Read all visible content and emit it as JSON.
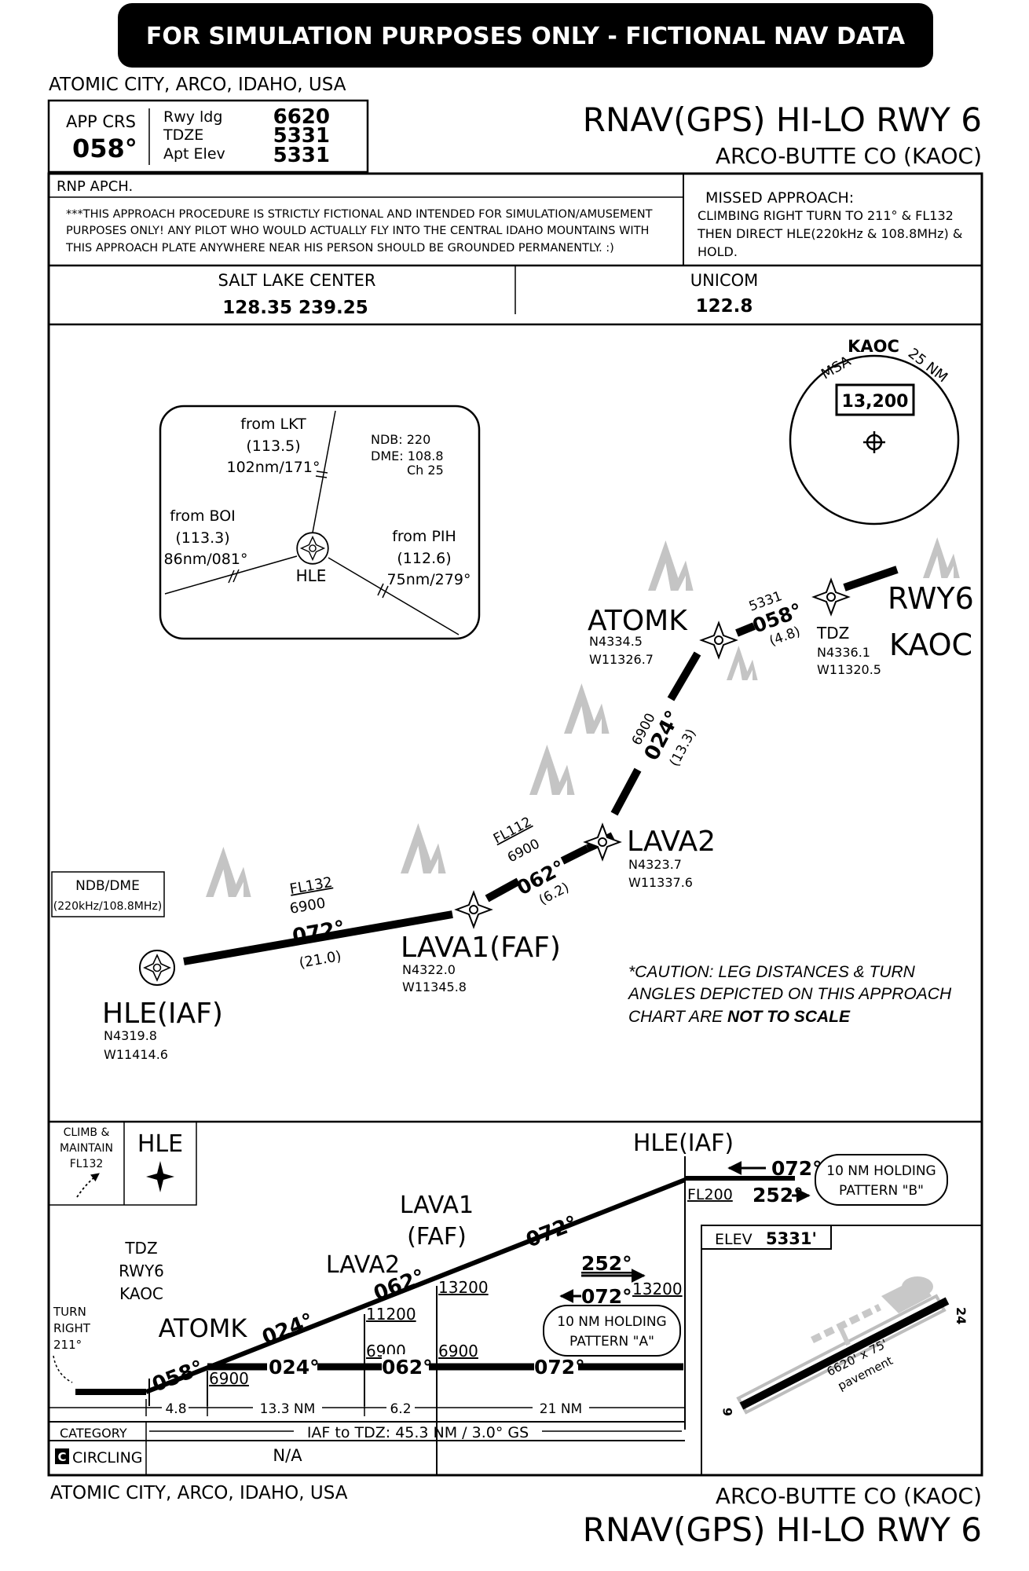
{
  "banner": "FOR SIMULATION PURPOSES ONLY - FICTIONAL NAV DATA",
  "location_top": "ATOMIC CITY, ARCO, IDAHO, USA",
  "location_bottom": "ATOMIC CITY, ARCO, IDAHO, USA",
  "header": {
    "app_crs_label": "APP CRS",
    "app_crs_value": "058°",
    "rwy_ldg_label": "Rwy ldg",
    "rwy_ldg_value": "6620",
    "tdze_label": "TDZE",
    "tdze_value": "5331",
    "apt_elev_label": "Apt Elev",
    "apt_elev_value": "5331",
    "title": "RNAV(GPS) HI-LO RWY 6",
    "airport": "ARCO-BUTTE CO (KAOC)"
  },
  "notes": {
    "rnp": "RNP APCH.",
    "disclaimer_1": "***THIS APPROACH PROCEDURE IS STRICTLY FICTIONAL AND INTENDED FOR SIMULATION/AMUSEMENT",
    "disclaimer_2": "PURPOSES ONLY!  ANY PILOT WHO WOULD ACTUALLY FLY INTO THE CENTRAL IDAHO MOUNTAINS WITH",
    "disclaimer_3": "THIS APPROACH PLATE ANYWHERE NEAR HIS PERSON SHOULD BE GROUNDED PERMANENTLY. :)",
    "missed_title": "MISSED APPROACH:",
    "missed_1": "CLIMBING RIGHT TURN TO 211° & FL132",
    "missed_2": "THEN DIRECT HLE(220kHz & 108.8MHz) &",
    "missed_3": "HOLD."
  },
  "comms": {
    "center_name": "SALT LAKE CENTER",
    "center_freq": "128.35  239.25",
    "unicom_name": "UNICOM",
    "unicom_freq": "122.8"
  },
  "msa": {
    "label": "MSA",
    "ident": "KAOC",
    "radius": "25 NM",
    "altitude": "13,200"
  },
  "inset": {
    "from_lkt": "from LKT",
    "lkt_freq": "(113.5)",
    "lkt_dist": "102nm/171°",
    "ndb": "NDB: 220",
    "dme": "DME: 108.8",
    "ch": "Ch 25",
    "from_boi": "from BOI",
    "boi_freq": "(113.3)",
    "boi_dist": "86nm/081°",
    "from_pih": "from PIH",
    "pih_freq": "(112.6)",
    "pih_dist": "75nm/279°",
    "hle": "HLE"
  },
  "plan": {
    "ndb_box_1": "NDB/DME",
    "ndb_box_2": "(220kHz/108.8MHz)",
    "hle_name": "HLE(IAF)",
    "hle_lat": "N4319.8",
    "hle_lon": "W11414.6",
    "leg1_fl": "FL132",
    "leg1_alt": "6900",
    "leg1_crs": "072°",
    "leg1_dist": "(21.0)",
    "lava1_name": "LAVA1(FAF)",
    "lava1_lat": "N4322.0",
    "lava1_lon": "W11345.8",
    "leg2_fl": "FL112",
    "leg2_alt": "6900",
    "leg2_crs": "062°",
    "leg2_dist": "(6.2)",
    "lava2_name": "LAVA2",
    "lava2_lat": "N4323.7",
    "lava2_lon": "W11337.6",
    "leg3_alt": "6900",
    "leg3_crs": "024°",
    "leg3_dist": "(13.3)",
    "atomk_name": "ATOMK",
    "atomk_lat": "N4334.5",
    "atomk_lon": "W11326.7",
    "leg4_alt": "5331",
    "leg4_crs": "058°",
    "leg4_dist": "(4.8)",
    "tdz_name": "TDZ",
    "tdz_lat": "N4336.1",
    "tdz_lon": "W11320.5",
    "rwy_label": "RWY6",
    "apt_label": "KAOC",
    "caution_1": "*CAUTION: LEG DISTANCES & TURN",
    "caution_2": "ANGLES DEPICTED ON THIS APPROACH",
    "caution_3a": "CHART ARE ",
    "caution_3b": "NOT TO SCALE"
  },
  "profile": {
    "climb_1": "CLIMB &",
    "climb_2": "MAINTAIN",
    "climb_3": "FL132",
    "hle_label": "HLE",
    "hle_iaf": "HLE(IAF)",
    "hold_b_in": "072°",
    "hold_b_out": "252°",
    "hold_b_fl": "FL200",
    "hold_b_text_1": "10 NM HOLDING",
    "hold_b_text_2": "PATTERN \"B\"",
    "lava1_1": "LAVA1",
    "lava1_2": "(FAF)",
    "lava2": "LAVA2",
    "atomk": "ATOMK",
    "tdz_1": "TDZ",
    "tdz_2": "RWY6",
    "tdz_3": "KAOC",
    "turn_1": "TURN",
    "turn_2": "RIGHT",
    "turn_3": "211°",
    "slope_058": "058°",
    "slope_024": "024°",
    "slope_062": "062°",
    "slope_072": "072°",
    "alt_13200": "13200",
    "alt_11200": "11200",
    "alt_6900_a": "6900",
    "alt_6900_b": "6900",
    "alt_6900_c": "6900",
    "low_024": "024°",
    "low_062": "062°",
    "low_072": "072°",
    "hold_a_out": "252°",
    "hold_a_in": "072°",
    "hold_a_alt": "13200",
    "hold_a_text_1": "10 NM HOLDING",
    "hold_a_text_2": "PATTERN \"A\"",
    "dist_1": "4.8",
    "dist_2": "13.3 NM",
    "dist_3": "6.2",
    "dist_4": "21 NM"
  },
  "airport_diagram": {
    "elev_label": "ELEV",
    "elev_value": "5331'",
    "rwy_end_6": "6",
    "rwy_end_24": "24",
    "rwy_dims_1": "6620' x 75'",
    "rwy_dims_2": "pavement"
  },
  "minima": {
    "category_label": "CATEGORY",
    "iaf_tdz": "IAF to TDZ:  45.3 NM / 3.0° GS",
    "circling_label": "CIRCLING",
    "circling_badge": "C",
    "circling_value": "N/A"
  }
}
